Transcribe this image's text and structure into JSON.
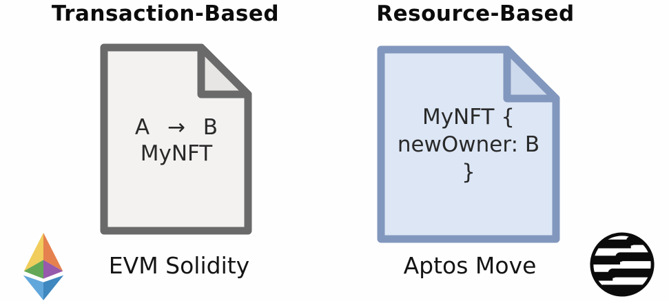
{
  "left_panel": {
    "title": "Transaction-Based",
    "document": {
      "line1": "A → B",
      "line2": "MyNFT"
    },
    "label": "EVM Solidity",
    "logo_name": "ethereum-logo"
  },
  "right_panel": {
    "title": "Resource-Based",
    "document": {
      "line1": "MyNFT {",
      "line2": "newOwner: B",
      "line3": "}"
    },
    "label": "Aptos Move",
    "logo_name": "aptos-logo"
  },
  "colors": {
    "left_doc_border": "#6a6a6a",
    "left_doc_fill": "#f3f2f1",
    "left_doc_fold": "#e7e6e4",
    "right_doc_border": "#8297bd",
    "right_doc_fill": "#dce6f5",
    "right_doc_fold": "#cdd9ec",
    "eth_yellow": "#f0cd5c",
    "eth_orange": "#e5814f",
    "eth_green": "#63a757",
    "eth_purple": "#9659ab",
    "eth_light_blue": "#62a7dc",
    "eth_dark_blue": "#3e87bf",
    "aptos_black": "#0b0b0b",
    "text_dark": "#292929",
    "title_color": "#0c0c0c"
  }
}
